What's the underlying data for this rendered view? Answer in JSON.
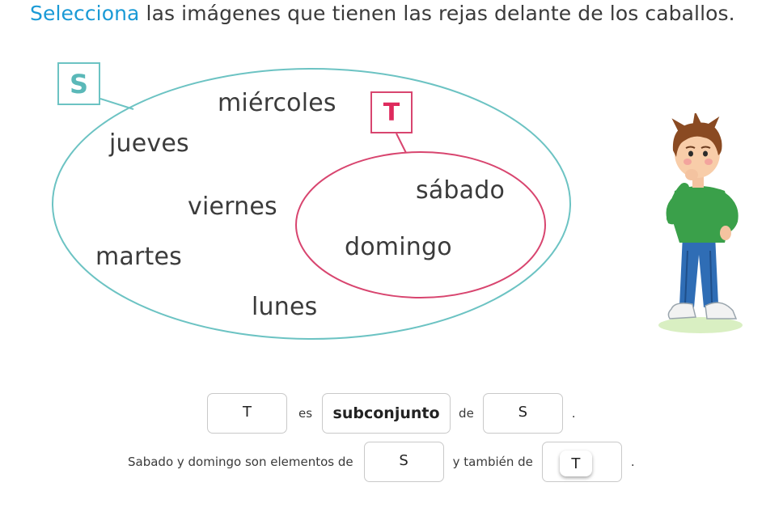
{
  "instruction": {
    "keyword": "Selecciona",
    "rest": " las imágenes que tienen las rejas delante de los caballos."
  },
  "diagram": {
    "set_s_label": "S",
    "set_t_label": "T",
    "set_s_words": [
      "miércoles",
      "jueves",
      "viernes",
      "martes",
      "lunes"
    ],
    "set_t_words": [
      "sábado",
      "domingo"
    ],
    "colors": {
      "set_s": "#6cc3c3",
      "set_t": "#d8456f"
    }
  },
  "sentence1": {
    "slot1": "T",
    "text1": "es",
    "slot2": "subconjunto",
    "text2": "de",
    "slot3": "S",
    "end": "."
  },
  "sentence2": {
    "text1": "Sabado y domingo son elementos de",
    "slot1": "S",
    "text2": "y también de",
    "slot2_chip": "T",
    "end": "."
  }
}
